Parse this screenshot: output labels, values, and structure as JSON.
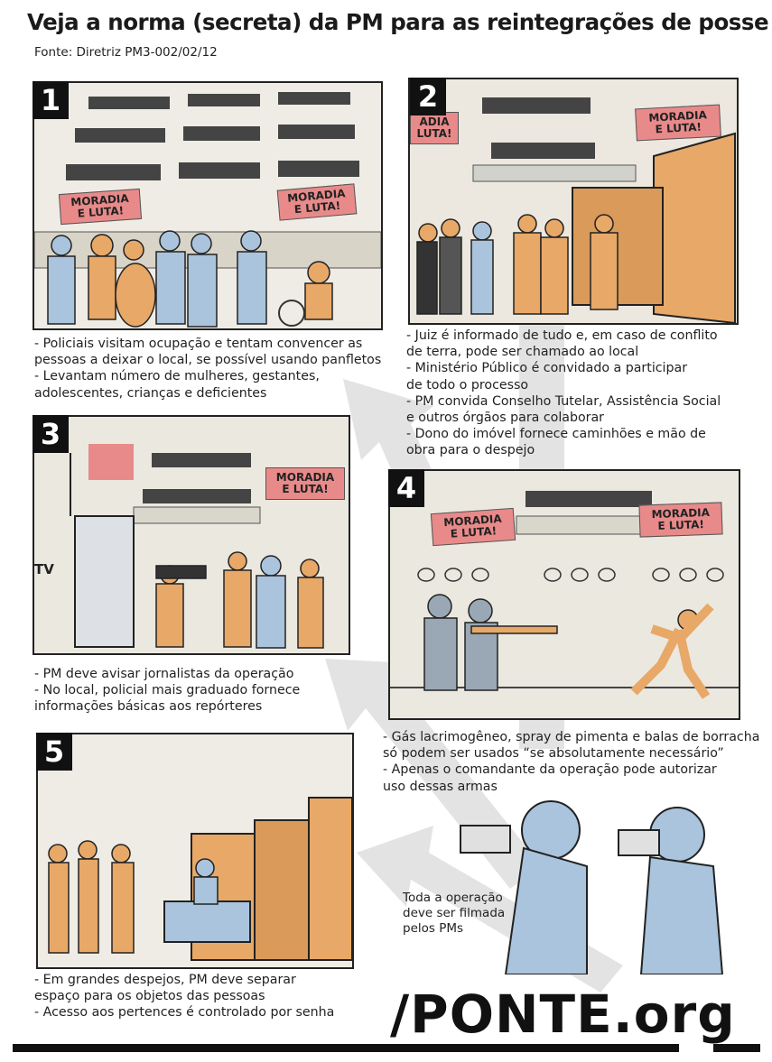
{
  "title": "Veja a norma (secreta) da PM para as reintegrações de posse",
  "source": "Fonte: Diretriz PM3-002/02/12",
  "sign_text": [
    "MORADIA",
    "E LUTA!"
  ],
  "sign_partial": [
    "ADIA",
    "LUTA!"
  ],
  "tv_label": "TV",
  "panels": [
    {
      "number": "1",
      "caption": [
        "- Policiais visitam ocupação e tentam convencer as",
        "pessoas a deixar o local, se possível usando panfletos",
        "- Levantam número de mulheres, gestantes,",
        "adolescentes, crianças e deficientes"
      ]
    },
    {
      "number": "2",
      "caption": [
        "- Juiz é informado de tudo e, em caso de conflito",
        "de terra, pode ser chamado ao local",
        "- Ministério Público é convidado a participar",
        "de todo o processo",
        "- PM convida Conselho Tutelar, Assistência Social",
        "e outros órgãos para colaborar",
        "- Dono do imóvel fornece caminhões e mão de",
        "obra para o despejo"
      ]
    },
    {
      "number": "3",
      "caption": [
        "- PM deve avisar jornalistas da operação",
        "- No local, policial mais graduado fornece",
        "informações básicas aos repórteres"
      ]
    },
    {
      "number": "4",
      "caption": [
        "- Gás lacrimogêneo, spray de pimenta e balas de borracha",
        "só podem ser usados “se absolutamente necessário”",
        "- Apenas o comandante da operação pode autorizar",
        "uso dessas armas"
      ]
    },
    {
      "number": "5",
      "caption": [
        "- Em grandes despejos, PM deve separar",
        "espaço para os objetos das pessoas",
        "- Acesso aos pertences é controlado por senha"
      ]
    }
  ],
  "filming_note": [
    "Toda a operação",
    "deve ser filmada",
    "pelos PMs"
  ],
  "logo": "/PONTE.org",
  "colors": {
    "sign": "#e88a8a",
    "skin": "#e8a867",
    "uniform": "#a9c4dc",
    "arrow": "#e2e2e2",
    "ink": "#111111"
  }
}
